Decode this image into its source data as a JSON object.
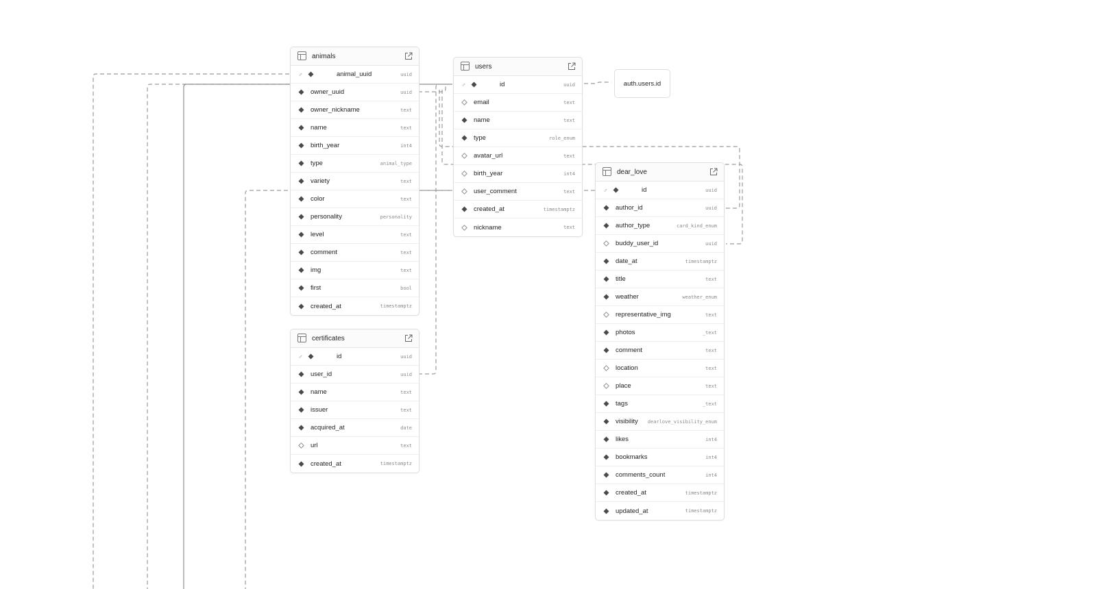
{
  "tables": {
    "animals": {
      "title": "animals",
      "columns": [
        {
          "name": "animal_uuid",
          "type": "uuid",
          "pk": true,
          "nullable": false
        },
        {
          "name": "owner_uuid",
          "type": "uuid",
          "pk": false,
          "nullable": false
        },
        {
          "name": "owner_nickname",
          "type": "text",
          "pk": false,
          "nullable": false
        },
        {
          "name": "name",
          "type": "text",
          "pk": false,
          "nullable": false
        },
        {
          "name": "birth_year",
          "type": "int4",
          "pk": false,
          "nullable": false
        },
        {
          "name": "type",
          "type": "animal_type",
          "pk": false,
          "nullable": false
        },
        {
          "name": "variety",
          "type": "text",
          "pk": false,
          "nullable": false
        },
        {
          "name": "color",
          "type": "text",
          "pk": false,
          "nullable": false
        },
        {
          "name": "personality",
          "type": "personality",
          "pk": false,
          "nullable": false
        },
        {
          "name": "level",
          "type": "text",
          "pk": false,
          "nullable": false
        },
        {
          "name": "comment",
          "type": "text",
          "pk": false,
          "nullable": false
        },
        {
          "name": "img",
          "type": "text",
          "pk": false,
          "nullable": false
        },
        {
          "name": "first",
          "type": "bool",
          "pk": false,
          "nullable": false
        },
        {
          "name": "created_at",
          "type": "timestamptz",
          "pk": false,
          "nullable": false
        }
      ]
    },
    "users": {
      "title": "users",
      "columns": [
        {
          "name": "id",
          "type": "uuid",
          "pk": true,
          "nullable": false
        },
        {
          "name": "email",
          "type": "text",
          "pk": false,
          "nullable": true
        },
        {
          "name": "name",
          "type": "text",
          "pk": false,
          "nullable": false
        },
        {
          "name": "type",
          "type": "role_enum",
          "pk": false,
          "nullable": false
        },
        {
          "name": "avatar_url",
          "type": "text",
          "pk": false,
          "nullable": true
        },
        {
          "name": "birth_year",
          "type": "int4",
          "pk": false,
          "nullable": true
        },
        {
          "name": "user_comment",
          "type": "text",
          "pk": false,
          "nullable": true
        },
        {
          "name": "created_at",
          "type": "timestamptz",
          "pk": false,
          "nullable": false
        },
        {
          "name": "nickname",
          "type": "text",
          "pk": false,
          "nullable": true
        }
      ]
    },
    "certificates": {
      "title": "certificates",
      "columns": [
        {
          "name": "id",
          "type": "uuid",
          "pk": true,
          "nullable": false
        },
        {
          "name": "user_id",
          "type": "uuid",
          "pk": false,
          "nullable": false
        },
        {
          "name": "name",
          "type": "text",
          "pk": false,
          "nullable": false
        },
        {
          "name": "issuer",
          "type": "text",
          "pk": false,
          "nullable": false
        },
        {
          "name": "acquired_at",
          "type": "date",
          "pk": false,
          "nullable": false
        },
        {
          "name": "url",
          "type": "text",
          "pk": false,
          "nullable": true
        },
        {
          "name": "created_at",
          "type": "timestamptz",
          "pk": false,
          "nullable": false
        }
      ]
    },
    "dear_love": {
      "title": "dear_love",
      "columns": [
        {
          "name": "id",
          "type": "uuid",
          "pk": true,
          "nullable": false
        },
        {
          "name": "author_id",
          "type": "uuid",
          "pk": false,
          "nullable": false
        },
        {
          "name": "author_type",
          "type": "card_kind_enum",
          "pk": false,
          "nullable": false
        },
        {
          "name": "buddy_user_id",
          "type": "uuid",
          "pk": false,
          "nullable": true
        },
        {
          "name": "date_at",
          "type": "timestamptz",
          "pk": false,
          "nullable": false
        },
        {
          "name": "title",
          "type": "text",
          "pk": false,
          "nullable": false
        },
        {
          "name": "weather",
          "type": "weather_enum",
          "pk": false,
          "nullable": false
        },
        {
          "name": "representative_img",
          "type": "text",
          "pk": false,
          "nullable": true
        },
        {
          "name": "photos",
          "type": "_text",
          "pk": false,
          "nullable": false
        },
        {
          "name": "comment",
          "type": "text",
          "pk": false,
          "nullable": false
        },
        {
          "name": "location",
          "type": "text",
          "pk": false,
          "nullable": true
        },
        {
          "name": "place",
          "type": "text",
          "pk": false,
          "nullable": true
        },
        {
          "name": "tags",
          "type": "_text",
          "pk": false,
          "nullable": false
        },
        {
          "name": "visibility",
          "type": "dearlove_visibility_enum",
          "pk": false,
          "nullable": false
        },
        {
          "name": "likes",
          "type": "int4",
          "pk": false,
          "nullable": false
        },
        {
          "name": "bookmarks",
          "type": "int4",
          "pk": false,
          "nullable": false
        },
        {
          "name": "comments_count",
          "type": "int4",
          "pk": false,
          "nullable": false
        },
        {
          "name": "created_at",
          "type": "timestamptz",
          "pk": false,
          "nullable": false
        },
        {
          "name": "updated_at",
          "type": "timestamptz",
          "pk": false,
          "nullable": false
        }
      ]
    }
  },
  "external_ref": {
    "label": "auth.users.id"
  },
  "icons": {
    "table": "table-grid-icon",
    "open": "external-link-icon",
    "primary_key": "key-icon",
    "required": "filled-diamond-icon",
    "nullable": "hollow-diamond-icon"
  },
  "colors": {
    "edge": "#9a9a9a",
    "border": "#dedede",
    "required_dot": "#4a4a4a"
  }
}
